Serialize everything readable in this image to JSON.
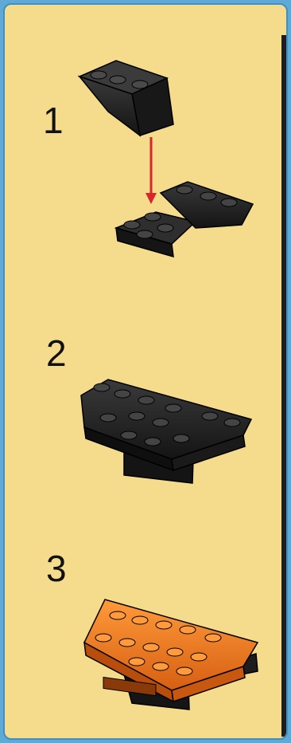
{
  "steps": [
    {
      "number": "1"
    },
    {
      "number": "2"
    },
    {
      "number": "3"
    }
  ],
  "colors": {
    "background": "#f5dc8c",
    "border": "#3f8fc4",
    "dark_brick": "#262626",
    "orange_brick": "#e8731e",
    "arrow": "#d8262b"
  }
}
